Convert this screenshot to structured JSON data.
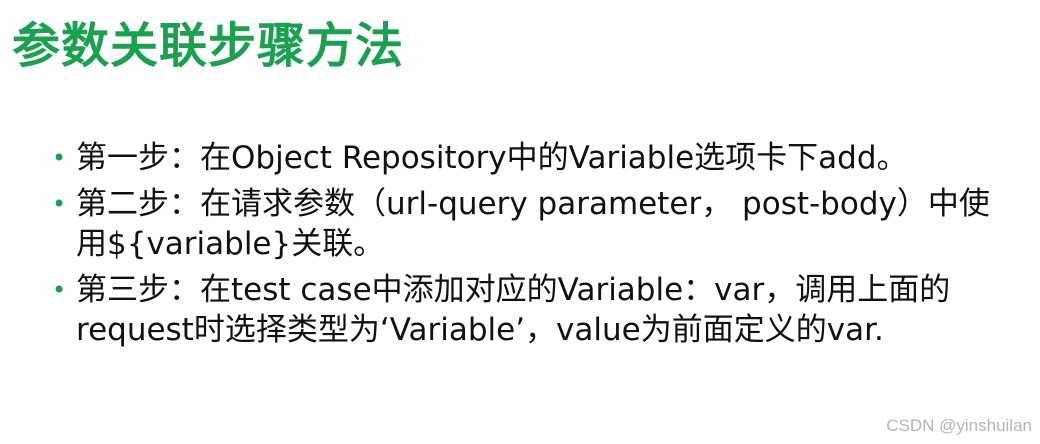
{
  "title": "参数关联步骤方法",
  "bullet_symbol": "•",
  "bullets": [
    {
      "text": "第一步：在Object Repository中的Variable选项卡下add。"
    },
    {
      "text": "第二步：在请求参数（url-query parameter， post-body）中使用${variable}关联。"
    },
    {
      "text": "第三步：在test case中添加对应的Variable：var，调用上面的request时选择类型为‘Variable’，value为前面定义的var."
    }
  ],
  "watermark": "CSDN @yinshuilan",
  "colors": {
    "title": "#1aa04f",
    "bullet": "#1aa04f",
    "text": "#111111"
  }
}
